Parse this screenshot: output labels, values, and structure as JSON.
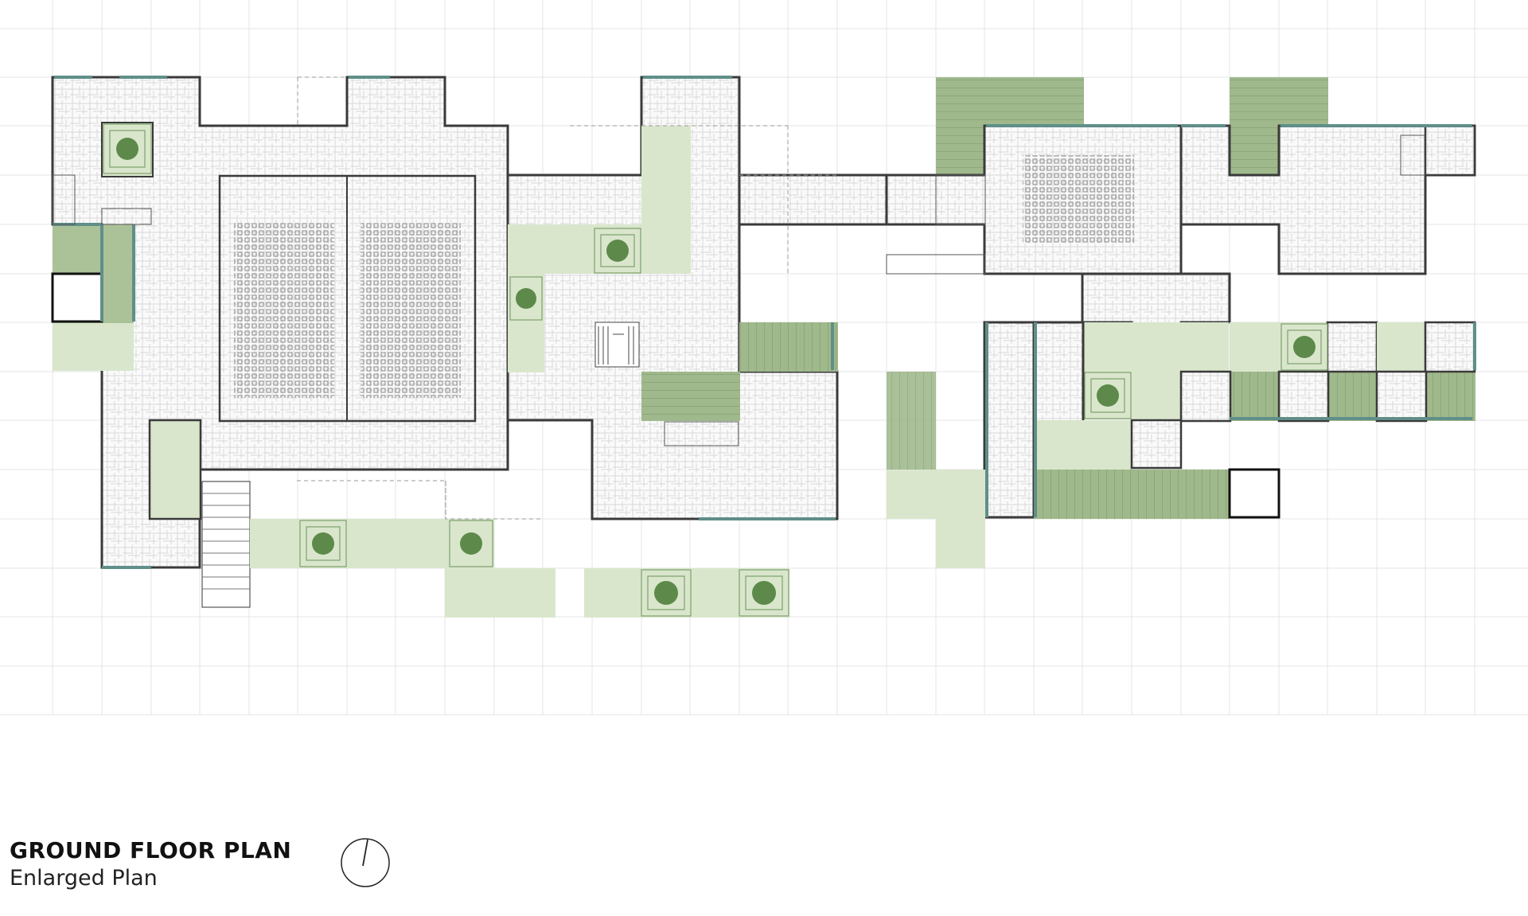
{
  "drawing": {
    "title": "GROUND FLOOR PLAN",
    "subtitle": "Enlarged Plan"
  },
  "icons": {
    "north_arrow": "north-arrow-icon",
    "tree": "tree-icon",
    "grid": "site-grid"
  },
  "colors": {
    "grid": "#e4e4e4",
    "floor_hatch": "#d6d6d6",
    "wall": "#3a3a3a",
    "glazing": "#5f8f88",
    "courtyard_light": "#d9e6cc",
    "courtyard_dark": "#9fb98c",
    "tree": "#5d8a4a"
  }
}
